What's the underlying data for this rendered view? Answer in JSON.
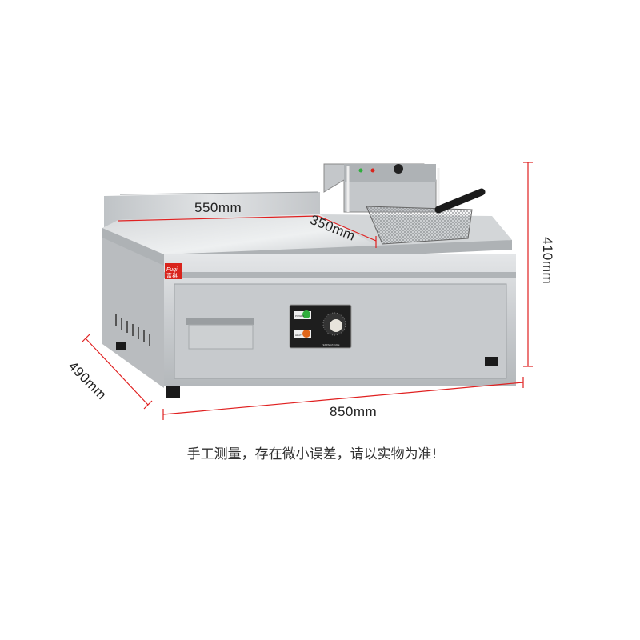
{
  "dimensions": {
    "griddle_width": "550mm",
    "fryer_width": "350mm",
    "height": "410mm",
    "depth": "490mm",
    "total_width": "850mm"
  },
  "control_panel": {
    "power_label": "POWER",
    "heat_label": "HEAT",
    "temperature_label": "TEMPERATURE"
  },
  "brand_logo_text": "Fuqi 富祺",
  "caption": "手工测量，存在微小误差，请以实物为准!",
  "colors": {
    "dimension_line": "#e02020",
    "logo_red": "#d9241c",
    "power_light": "#2fae3c",
    "heat_light": "#e0661a",
    "panel": "#1e1e1e"
  }
}
